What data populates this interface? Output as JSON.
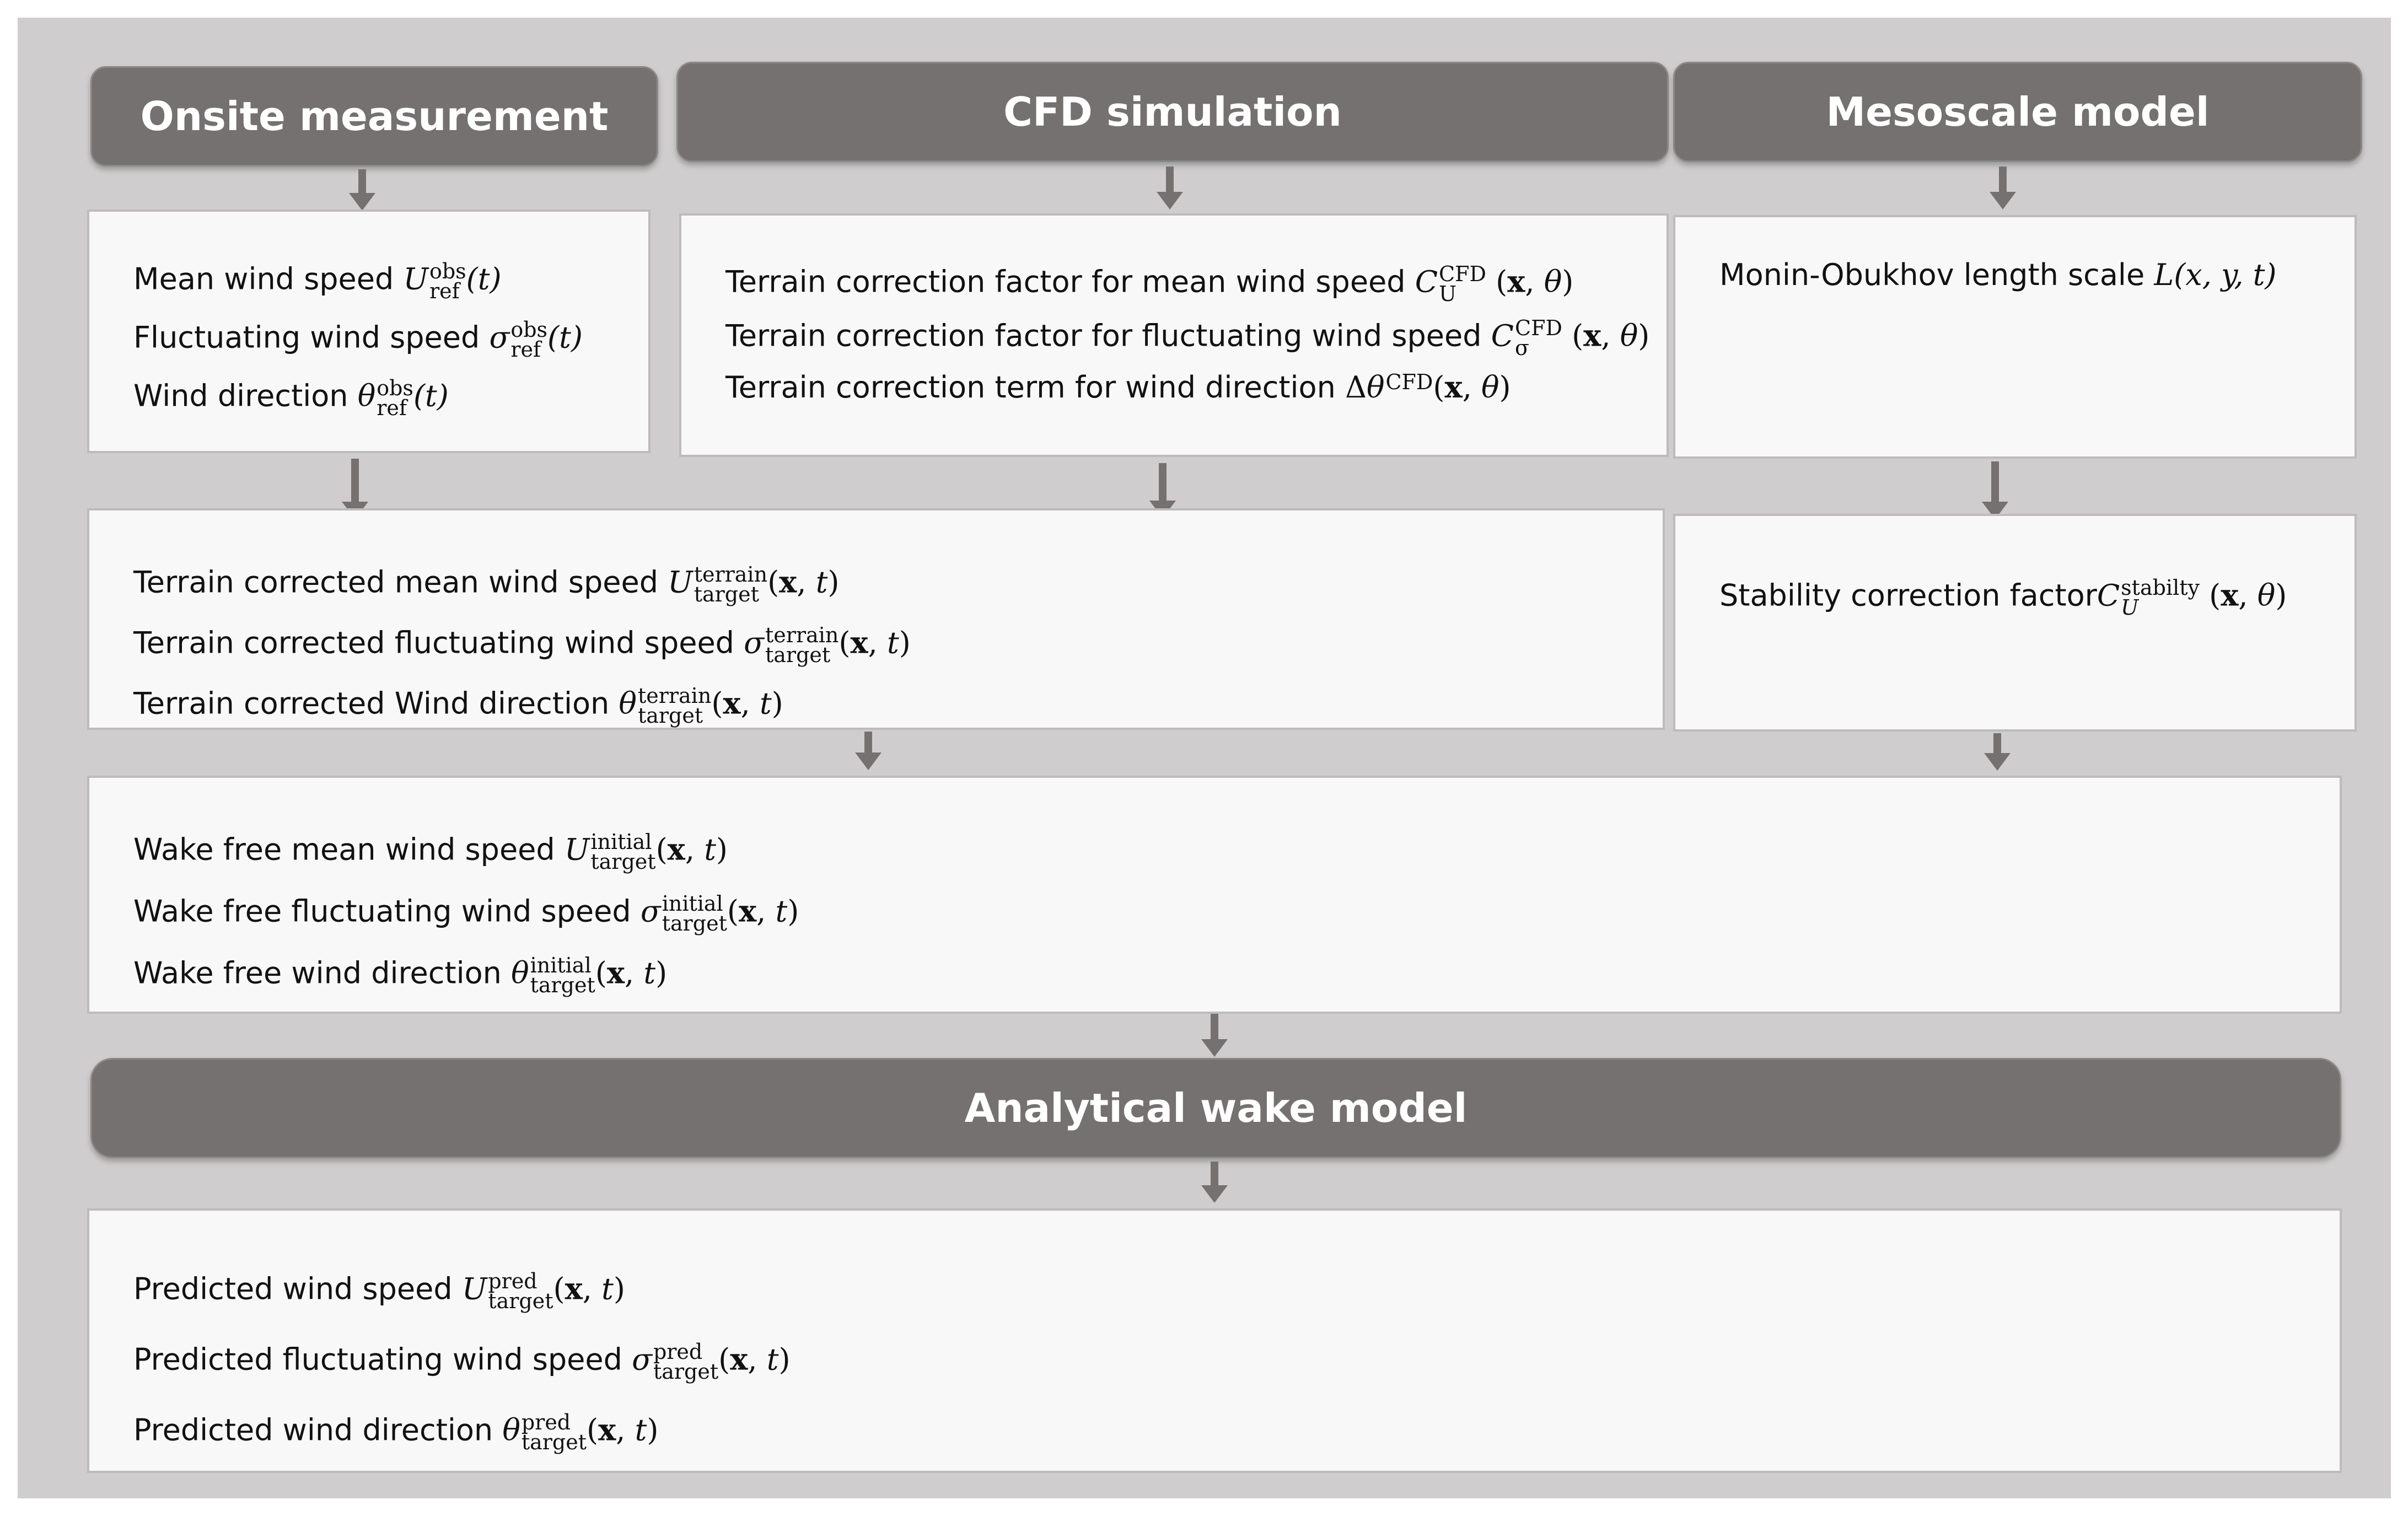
{
  "headers": {
    "onsite": "Onsite measurement",
    "cfd": "CFD simulation",
    "meso": "Mesoscale model",
    "wake": "Analytical wake model"
  },
  "onsite": {
    "mean_label": "Mean wind speed",
    "fluct_label": "Fluctuating wind speed",
    "dir_label": "Wind direction",
    "sup": "obs",
    "sub": "ref",
    "arg": "(t)"
  },
  "cfd": {
    "l1_label": "Terrain correction factor for mean wind speed",
    "l2_label": "Terrain correction factor for fluctuating wind speed",
    "l3_label": "Terrain correction term for wind direction",
    "sup": "CFD",
    "sub_u": "U",
    "sub_sigma": "σ",
    "delta": "Δ"
  },
  "meso": {
    "l1_label": "Monin-Obukhov length scale",
    "l1_math": "L(x, y, t)"
  },
  "terrain": {
    "l1_label": "Terrain corrected mean wind speed",
    "l2_label": "Terrain corrected fluctuating wind speed",
    "l3_label": "Terrain corrected Wind direction",
    "sup": "terrain",
    "sub": "target"
  },
  "stability": {
    "l1_label": "Stability correction factor",
    "sup": "stabilty",
    "sub": "U"
  },
  "wakefree": {
    "l1_label": "Wake free  mean wind speed",
    "l2_label": "Wake free fluctuating wind speed",
    "l3_label": "Wake free wind direction",
    "sup": "initial",
    "sub": "target"
  },
  "predicted": {
    "l1_label": "Predicted wind speed",
    "l2_label": "Predicted fluctuating wind speed",
    "l3_label": "Predicted wind direction",
    "sup": "pred",
    "sub": "target"
  },
  "symbols": {
    "U": "U",
    "C": "C",
    "sigma": "σ",
    "theta": "θ",
    "x": "x",
    "t": "t",
    "open": "(",
    "comma": ", ",
    "close": ")"
  }
}
